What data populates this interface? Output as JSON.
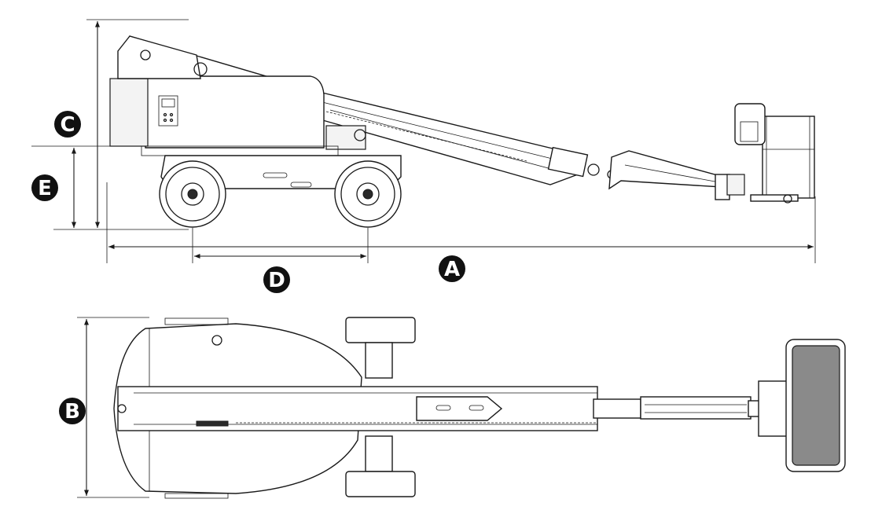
{
  "diagram": {
    "type": "technical-dimension-drawing",
    "views": [
      "side-view",
      "top-view"
    ],
    "dimension_labels": {
      "A": "A",
      "B": "B",
      "C": "C",
      "D": "D",
      "E": "E"
    },
    "colors": {
      "line": "#1a1a1a",
      "badge": "#111111",
      "badge_text": "#ffffff",
      "background": "#ffffff"
    }
  }
}
